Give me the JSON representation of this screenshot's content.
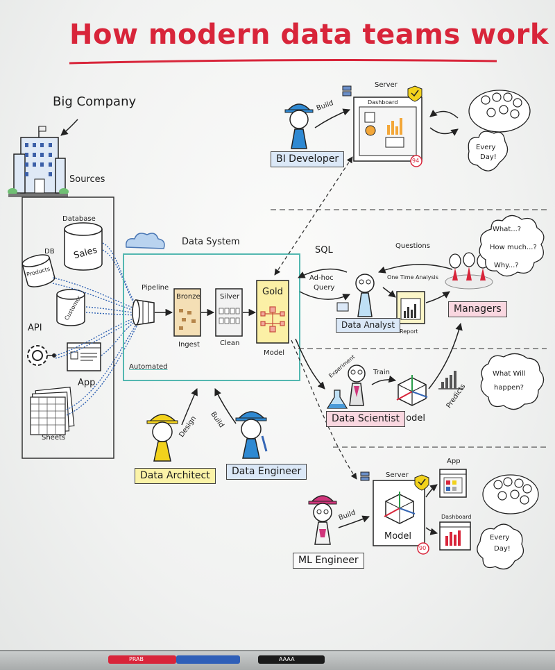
{
  "title": "How modern data teams work",
  "company": {
    "label": "Big Company",
    "sources_label": "Sources"
  },
  "sources": {
    "database_label": "Database",
    "sales": "Sales",
    "db_label": "DB",
    "products": "Products",
    "customer": "Customer",
    "api": "API",
    "app": "App",
    "sheets": "Sheets"
  },
  "data_system": {
    "label": "Data System",
    "pipeline": "Pipeline",
    "bronze": "Bronze",
    "silver": "Silver",
    "gold": "Gold",
    "ingest": "Ingest",
    "clean": "Clean",
    "model": "Model",
    "automated": "Automated"
  },
  "roles": {
    "bi_developer": "BI Developer",
    "data_analyst": "Data Analyst",
    "data_scientist": "Data Scientist",
    "data_architect": "Data Architect",
    "data_engineer": "Data Engineer",
    "ml_engineer": "ML Engineer",
    "managers": "Managers"
  },
  "bi": {
    "build": "Build",
    "server": "Server",
    "dashboard": "Dashboard",
    "every_day": [
      "Every",
      "Day!"
    ],
    "stamp": "94"
  },
  "analyst": {
    "sql": "SQL",
    "adhoc": [
      "Ad-hoc",
      "Query"
    ],
    "questions": "Questions",
    "one_time": "One Time Analysis",
    "report": "Report",
    "bubble": [
      "What...?",
      "How much...?",
      "Why...?"
    ]
  },
  "scientist": {
    "experiment": "Experiment",
    "train": "Train",
    "model": "Model",
    "predicts": "Predicts",
    "bubble": [
      "What Will",
      "happen?"
    ]
  },
  "design": {
    "design": "Design",
    "build": "Build"
  },
  "ml": {
    "build": "Build",
    "server": "Server",
    "model": "Model",
    "app": "App",
    "dashboard": "Dashboard",
    "every_day": [
      "Every",
      "Day!"
    ],
    "stamp": "90"
  },
  "colors": {
    "title_red": "#d8253a",
    "teal_box": "#53b7b0",
    "blue_lines": "#3566b5",
    "bronze": "#f4dfb5",
    "gold": "#fbf0a6",
    "hat_yellow": "#f2d21c",
    "hat_blue": "#2f89d2",
    "hat_pink": "#d0357b"
  },
  "markers": [
    "PRAB",
    "AAAA"
  ]
}
